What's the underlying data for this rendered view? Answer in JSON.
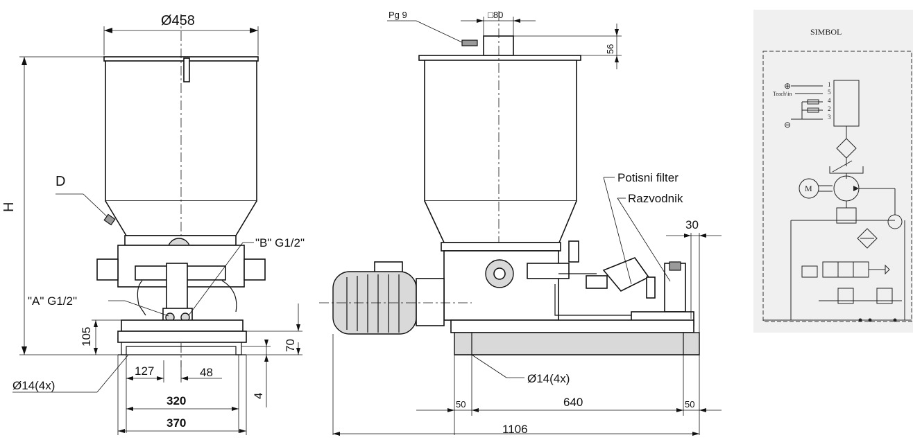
{
  "left_view": {
    "dim_top": "Ø458",
    "dim_height": "H",
    "label_d": "D",
    "label_b": "\"B\" G1/2\"",
    "label_a": "\"A\" G1/2\"",
    "dim_105": "105",
    "dim_70": "70",
    "dim_4": "4",
    "dim_hole": "Ø14(4x)",
    "dim_127": "127",
    "dim_48": "48",
    "dim_320": "320",
    "dim_370": "370"
  },
  "right_view": {
    "label_pg": "Pg 9",
    "dim_square": "□80",
    "dim_56": "56",
    "label_filter": "Potisni filter",
    "label_valve": "Razvodnik",
    "dim_30": "30",
    "dim_hole": "Ø14(4x)",
    "dim_50_left": "50",
    "dim_640": "640",
    "dim_50_right": "50",
    "dim_1106": "1106"
  },
  "symbol": {
    "title": "SIMBOL",
    "pins": [
      "1",
      "5",
      "4",
      "2",
      "3"
    ],
    "teach_label": "Teach\\in",
    "plus": "⊕",
    "minus": "⊖",
    "motor": "M"
  }
}
